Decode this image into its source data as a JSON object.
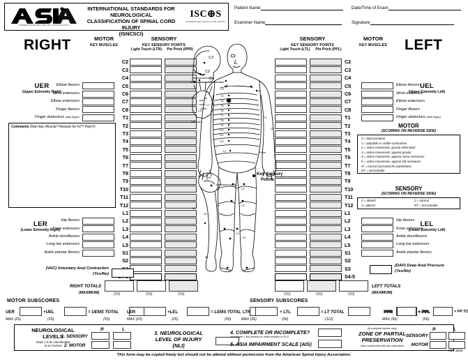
{
  "header": {
    "org_abbr": "ASIA",
    "org_full": "AMERICAN SPINAL INJURY ASSOCIATION",
    "title_line1": "INTERNATIONAL STANDARDS FOR NEUROLOGICAL",
    "title_line2": "CLASSIFICATION OF SPINAL CORD INJURY",
    "title_line3": "(ISNCSCI)",
    "iscos_abbr": "ISC⊕S",
    "iscos_full": "INTERNATIONAL SPINAL CORD SOCIETY",
    "patient_name_label": "Patient Name",
    "date_time_label": "Date/Time of Exam",
    "examiner_name_label": "Examiner Name",
    "signature_label": "Signature"
  },
  "sides": {
    "right": "RIGHT",
    "left": "LEFT"
  },
  "columns": {
    "motor": "MOTOR",
    "motor_sub": "KEY MUSCLES",
    "sensory": "SENSORY",
    "sensory_sub": "KEY SENSORY POINTS",
    "light_touch_right": "Light Touch (LTR)",
    "pin_prick_right": "Pin Prick (PPR)",
    "light_touch_left": "Light Touch (LTL)",
    "pin_prick_left": "Pin Prick (PPL)"
  },
  "extremity_labels": {
    "uer_abbr": "UER",
    "uer_full": "(Upper Extremity Right)",
    "uel_abbr": "UEL",
    "uel_full": "(Upper Extremity Left)",
    "ler_abbr": "LER",
    "ler_full": "(Lower Extremity Right)",
    "lel_abbr": "LEL",
    "lel_full": "(Lower Extremity Left)"
  },
  "levels": [
    "C2",
    "C3",
    "C4",
    "C5",
    "C6",
    "C7",
    "C8",
    "T1",
    "T2",
    "T3",
    "T4",
    "T5",
    "T6",
    "T7",
    "T8",
    "T9",
    "T10",
    "T11",
    "T12",
    "L1",
    "L2",
    "L3",
    "L4",
    "L5",
    "S1",
    "S2",
    "S3",
    "S4-5"
  ],
  "upper_muscles": [
    {
      "level": "C5",
      "name": "Elbow flexors",
      "note": ""
    },
    {
      "level": "C6",
      "name": "Wrist extensors",
      "note": ""
    },
    {
      "level": "C7",
      "name": "Elbow extensors",
      "note": ""
    },
    {
      "level": "C8",
      "name": "Finger flexors",
      "note": ""
    },
    {
      "level": "T1",
      "name": "Finger abductors",
      "note": "(little finger)"
    }
  ],
  "lower_muscles": [
    {
      "level": "L2",
      "name": "Hip flexors",
      "note": ""
    },
    {
      "level": "L3",
      "name": "Knee extensors",
      "note": ""
    },
    {
      "level": "L4",
      "name": "Ankle dorsiflexors",
      "note": ""
    },
    {
      "level": "L5",
      "name": "Long toe extensors",
      "note": ""
    },
    {
      "level": "S1",
      "name": "Ankle plantar flexors",
      "note": ""
    }
  ],
  "comments": {
    "label_bold": "Comments",
    "label_italic": "(Non-key Muscle? Reason for NT? Pain?):",
    "value": ""
  },
  "vac": {
    "label": "(VAC) Voluntary Anal Contraction",
    "sub": "(Yes/No)",
    "value": ""
  },
  "dap": {
    "label": "(DAP) Deep Anal Pressure",
    "sub": "(Yes/No)",
    "value": ""
  },
  "motor_legend": {
    "title": "MOTOR",
    "subtitle": "(SCORING ON REVERSE SIDE)",
    "items": [
      "0 = total paralysis",
      "1 = palpable or visible contraction",
      "2 = active movement, gravity eliminated",
      "3 = active movement, against gravity",
      "4 = active movement, against some resistance",
      "5 = active movement, against full resistance",
      "5* = normal corrected for pain/disuse",
      "NT = not testable"
    ]
  },
  "sensory_legend": {
    "title": "SENSORY",
    "subtitle": "(SCORING ON REVERSE SIDE)",
    "col1": [
      "0 = absent",
      "1= altered"
    ],
    "col2": [
      "2 = normal",
      "NT = not testable"
    ]
  },
  "key_sensory_points": {
    "line1": "Key Sensory",
    "line2": "Points"
  },
  "body_diagram": {
    "dorsum_label": "Dorsum",
    "palm_label": "Palm",
    "s45_label": "S4-5"
  },
  "totals": {
    "right_totals": "RIGHT TOTALS",
    "left_totals": "LEFT TOTALS",
    "maximum": "(MAXIMUM)",
    "right_motor_max": "(50)",
    "right_lt_max": "(56)",
    "right_pp_max": "(56)",
    "left_lt_max": "(56)",
    "left_pp_max": "(56)",
    "left_motor_max": "(50)",
    "right_motor_value": "",
    "right_lt_value": "",
    "right_pp_value": "",
    "left_lt_value": "",
    "left_pp_value": "",
    "left_motor_value": ""
  },
  "motor_subscores": {
    "title": "MOTOR SUBSCORES",
    "uer_tag": "UER",
    "plus": "+",
    "uel_tag": "UEL",
    "equals": "=",
    "uems_total": "UEMS TOTAL",
    "ler_tag": "LER",
    "lel_tag": "LEL",
    "lems_total": "LEMS TOTAL",
    "max_uer": "MAX (25)",
    "max_uel": "(25)",
    "max_uems": "(50)",
    "max_ler": "MAX (25)",
    "max_lel": "(25)",
    "max_lems": "(50)",
    "uer_value": "",
    "uel_value": "",
    "uems_value": "",
    "ler_value": "",
    "lel_value": "",
    "lems_value": ""
  },
  "sensory_subscores": {
    "title": "SENSORY SUBSCORES",
    "ltr_tag": "LTR",
    "plus": "+",
    "ltl_tag": "LTL",
    "equals": "=",
    "lt_total": "LT TOTAL",
    "ppr_tag": "PPR",
    "ppl_tag": "PPL",
    "pp_total": "PP TOTAL",
    "max_ltr": "MAX (56)",
    "max_ltl": "(56)",
    "max_lt": "(112)",
    "max_ppr": "MAX (56)",
    "max_ppl": "(56)",
    "max_pp": "(112)",
    "ltr_value": "",
    "ltl_value": "",
    "lt_value": "",
    "ppr_value": "",
    "ppl_value": "",
    "pp_value": ""
  },
  "bottom": {
    "neuro_levels_l1": "NEUROLOGICAL",
    "neuro_levels_l2": "LEVELS",
    "neuro_note_l1": "Steps 1-5 for classification",
    "neuro_note_l2": "as on reverse",
    "r_label": "R",
    "l_label": "L",
    "step1": "1. SENSORY",
    "step2": "2. MOTOR",
    "step3_l1": "3. NEUROLOGICAL",
    "step3_l2": "LEVEL OF INJURY",
    "step3_l3": "(NLI)",
    "step4": "4. COMPLETE OR INCOMPLETE?",
    "step4_note": "Incomplete = Any sensory or motor function in S4-5",
    "step5": "5. ASIA IMPAIRMENT SCALE (AIS)",
    "zpp_note_top": "(In complete injuries only)",
    "zpp_l1": "ZONE OF PARTIAL",
    "zpp_l2": "PRESERVATION",
    "zpp_note_bottom": "Most caudal level with any innervation",
    "zpp_sensory": "SENSORY",
    "zpp_motor": "MOTOR",
    "sensory_r_value": "",
    "sensory_l_value": "",
    "motor_r_value": "",
    "motor_l_value": "",
    "nli_value": "",
    "complete_value": "",
    "ais_value": "",
    "zpp_sensory_r": "",
    "zpp_sensory_l": "",
    "zpp_motor_r": "",
    "zpp_motor_l": ""
  },
  "footer": {
    "text": "This form may be copied freely but should not be altered without permission from the American Spinal Injury Association.",
    "rev": "REV 11/15"
  },
  "colors": {
    "ink": "#000000",
    "shade": "#e8e8e8",
    "rule": "#333333"
  }
}
